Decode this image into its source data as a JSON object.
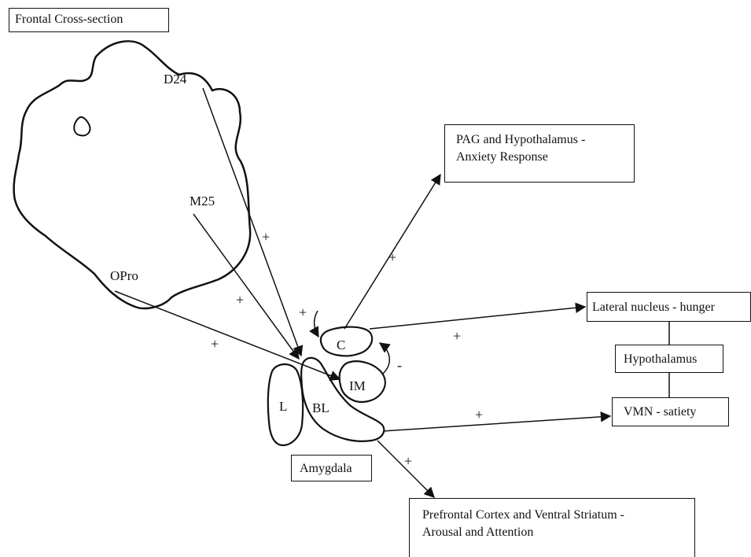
{
  "title": "Frontal Cross-section",
  "regions": {
    "d24": "D24",
    "m25": "M25",
    "opro": "OPro",
    "c": "C",
    "im": "IM",
    "l": "L",
    "bl": "BL",
    "amygdala": "Amygdala"
  },
  "targets": {
    "pag_line1": "PAG and Hypothalamus -",
    "pag_line2": "Anxiety Response",
    "lateral": "Lateral nucleus - hunger",
    "hypothalamus": "Hypothalamus",
    "vmn": "VMN - satiety",
    "pfc_line1": "Prefrontal Cortex and Ventral Striatum -",
    "pfc_line2": "Arousal and Attention"
  },
  "signs": {
    "d24_plus": "+",
    "m25_plus": "+",
    "opro_plus": "+",
    "c_plus": "+",
    "pag_plus": "+",
    "lateral_plus": "+",
    "im_minus": "-",
    "vmn_plus": "+",
    "pfc_plus": "+"
  }
}
